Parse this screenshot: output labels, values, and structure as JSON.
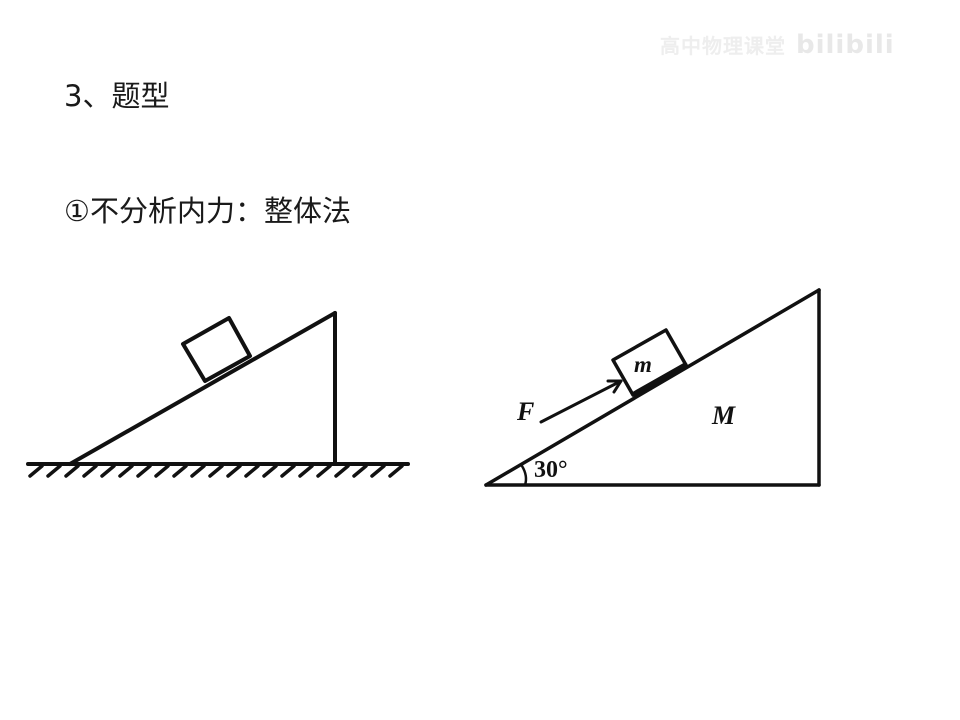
{
  "watermark": {
    "text": "高中物理课堂",
    "logo": "bilibili"
  },
  "slide": {
    "heading": "3、题型",
    "subheading": "①不分析内力：整体法"
  },
  "diagram_left": {
    "description": "block resting on incline fixed on hatched ground"
  },
  "diagram_right": {
    "force_label": "F",
    "block_label": "m",
    "incline_label": "M",
    "angle_label": "30°"
  }
}
